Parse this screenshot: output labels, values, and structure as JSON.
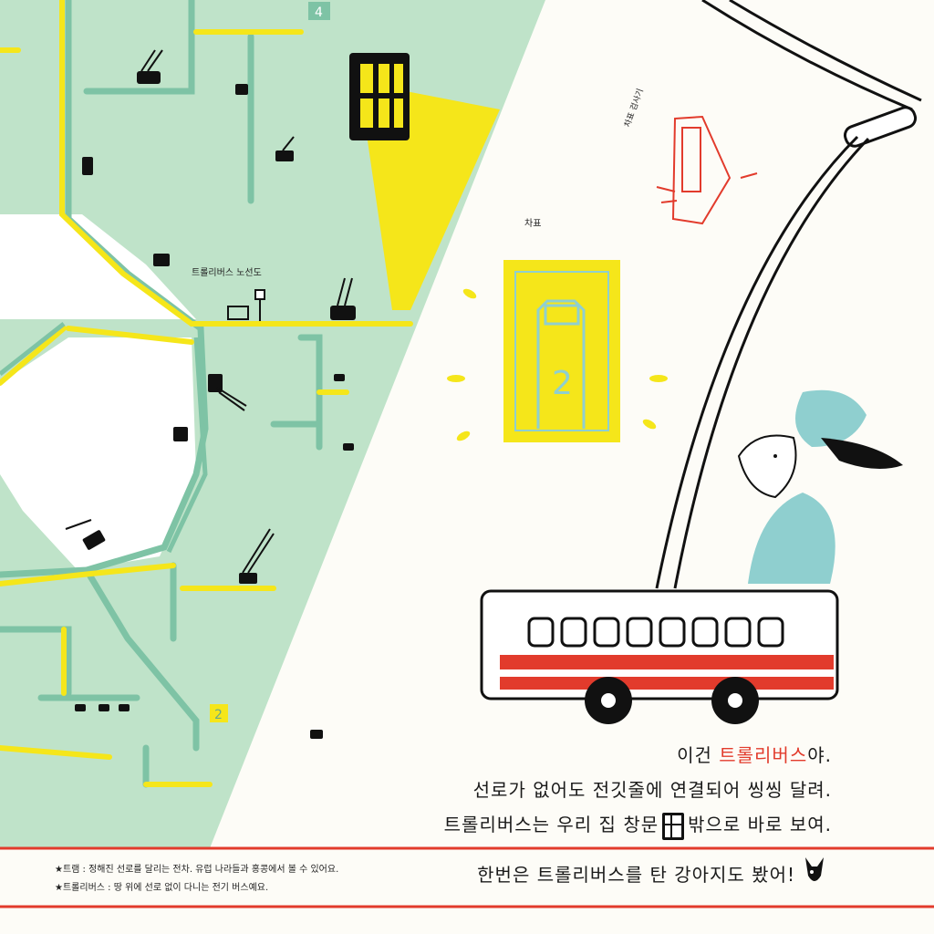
{
  "labels": {
    "route_map": "트롤리버스 노선도",
    "ticket": "차표",
    "ticket_checker": "차표 검사기",
    "stop_4": "4",
    "stop_2": "2",
    "ticket_number": "2"
  },
  "text": {
    "line1_prefix": "이건 ",
    "line1_highlight": "트롤리버스",
    "line1_suffix": "야.",
    "line2": "선로가 없어도 전깃줄에 연결되어 씽씽 달려.",
    "line3_a": "트롤리버스는 우리 집 창문",
    "line3_b": "밖으로 바로 보여.",
    "line4": "한번은 트롤리버스를 탄 강아지도 봤어!"
  },
  "footnotes": {
    "tram": "★트램 : 정해진 선로를 달리는 전차. 유럽 나라들과 홍콩에서 볼 수 있어요.",
    "trolleybus": "★트롤리버스 : 땅 위에 선로 없이 다니는 전기 버스예요."
  },
  "colors": {
    "map_green": "#bfe3c9",
    "route_teal": "#7ec3a5",
    "route_yellow": "#f5e61a",
    "accent_red": "#e23b2c",
    "ink": "#111111",
    "paper": "#fdfcf7",
    "dog_teal": "#8fcfcf"
  },
  "icons": [
    "window-icon",
    "trolleybus-icon",
    "tram-icon",
    "ticket-icon",
    "ticket-checker-icon",
    "dog-icon",
    "bus-stop-icon"
  ]
}
